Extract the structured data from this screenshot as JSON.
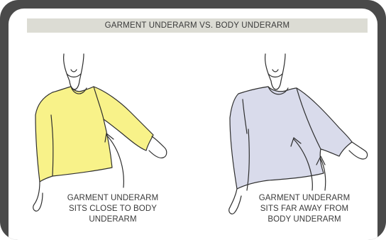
{
  "title": "GARMENT UNDERARM VS. BODY UNDERARM",
  "left_figure": {
    "caption_lines": [
      "GARMENT UNDERARM",
      "SITS CLOSE TO BODY",
      "UNDERARM"
    ],
    "garment_color": "#f8f289"
  },
  "right_figure": {
    "caption_lines": [
      "GARMENT UNDERARM",
      "SITS FAR AWAY FROM",
      "BODY UNDERARM"
    ],
    "garment_color": "#d9dbeb"
  },
  "colors": {
    "frame": "#4a4a4a",
    "title_bar": "#dcdcd4",
    "line": "#2e2e2e"
  }
}
